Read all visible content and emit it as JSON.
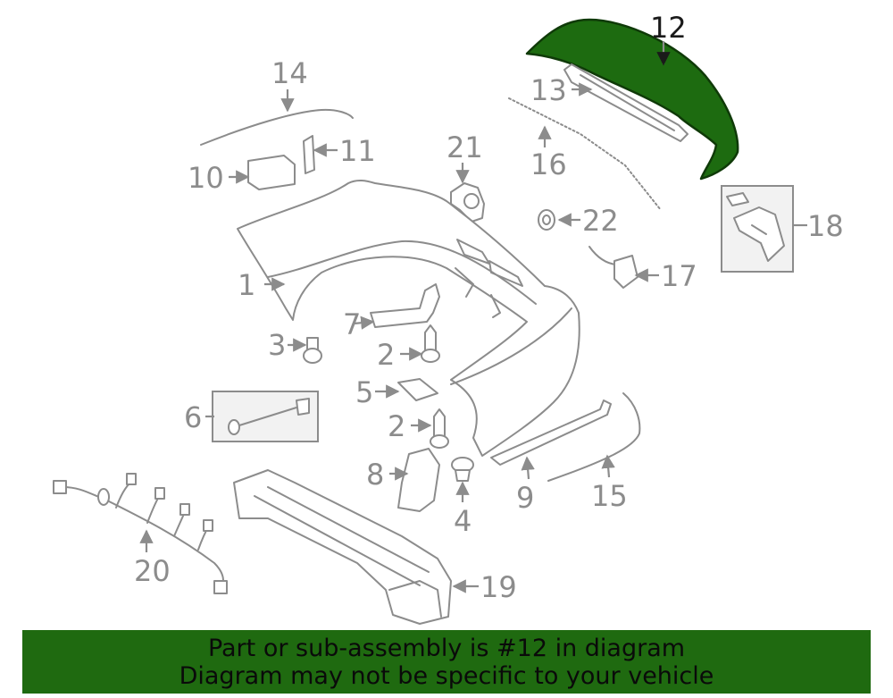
{
  "callouts": {
    "c1": "1",
    "c2a": "2",
    "c2b": "2",
    "c3": "3",
    "c4": "4",
    "c5": "5",
    "c6": "6",
    "c7": "7",
    "c8": "8",
    "c9": "9",
    "c10": "10",
    "c11": "11",
    "c12": "12",
    "c13": "13",
    "c14": "14",
    "c15": "15",
    "c16": "16",
    "c17": "17",
    "c18": "18",
    "c19": "19",
    "c20": "20",
    "c21": "21",
    "c22": "22"
  },
  "highlighted_part": "12",
  "colors": {
    "highlight": "#1d6b10",
    "banner": "#1f6a10",
    "linework": "#8c8c8c"
  },
  "banner": {
    "line1": "Part or sub-assembly is #12 in diagram",
    "line2": "Diagram may not be specific to your vehicle"
  }
}
